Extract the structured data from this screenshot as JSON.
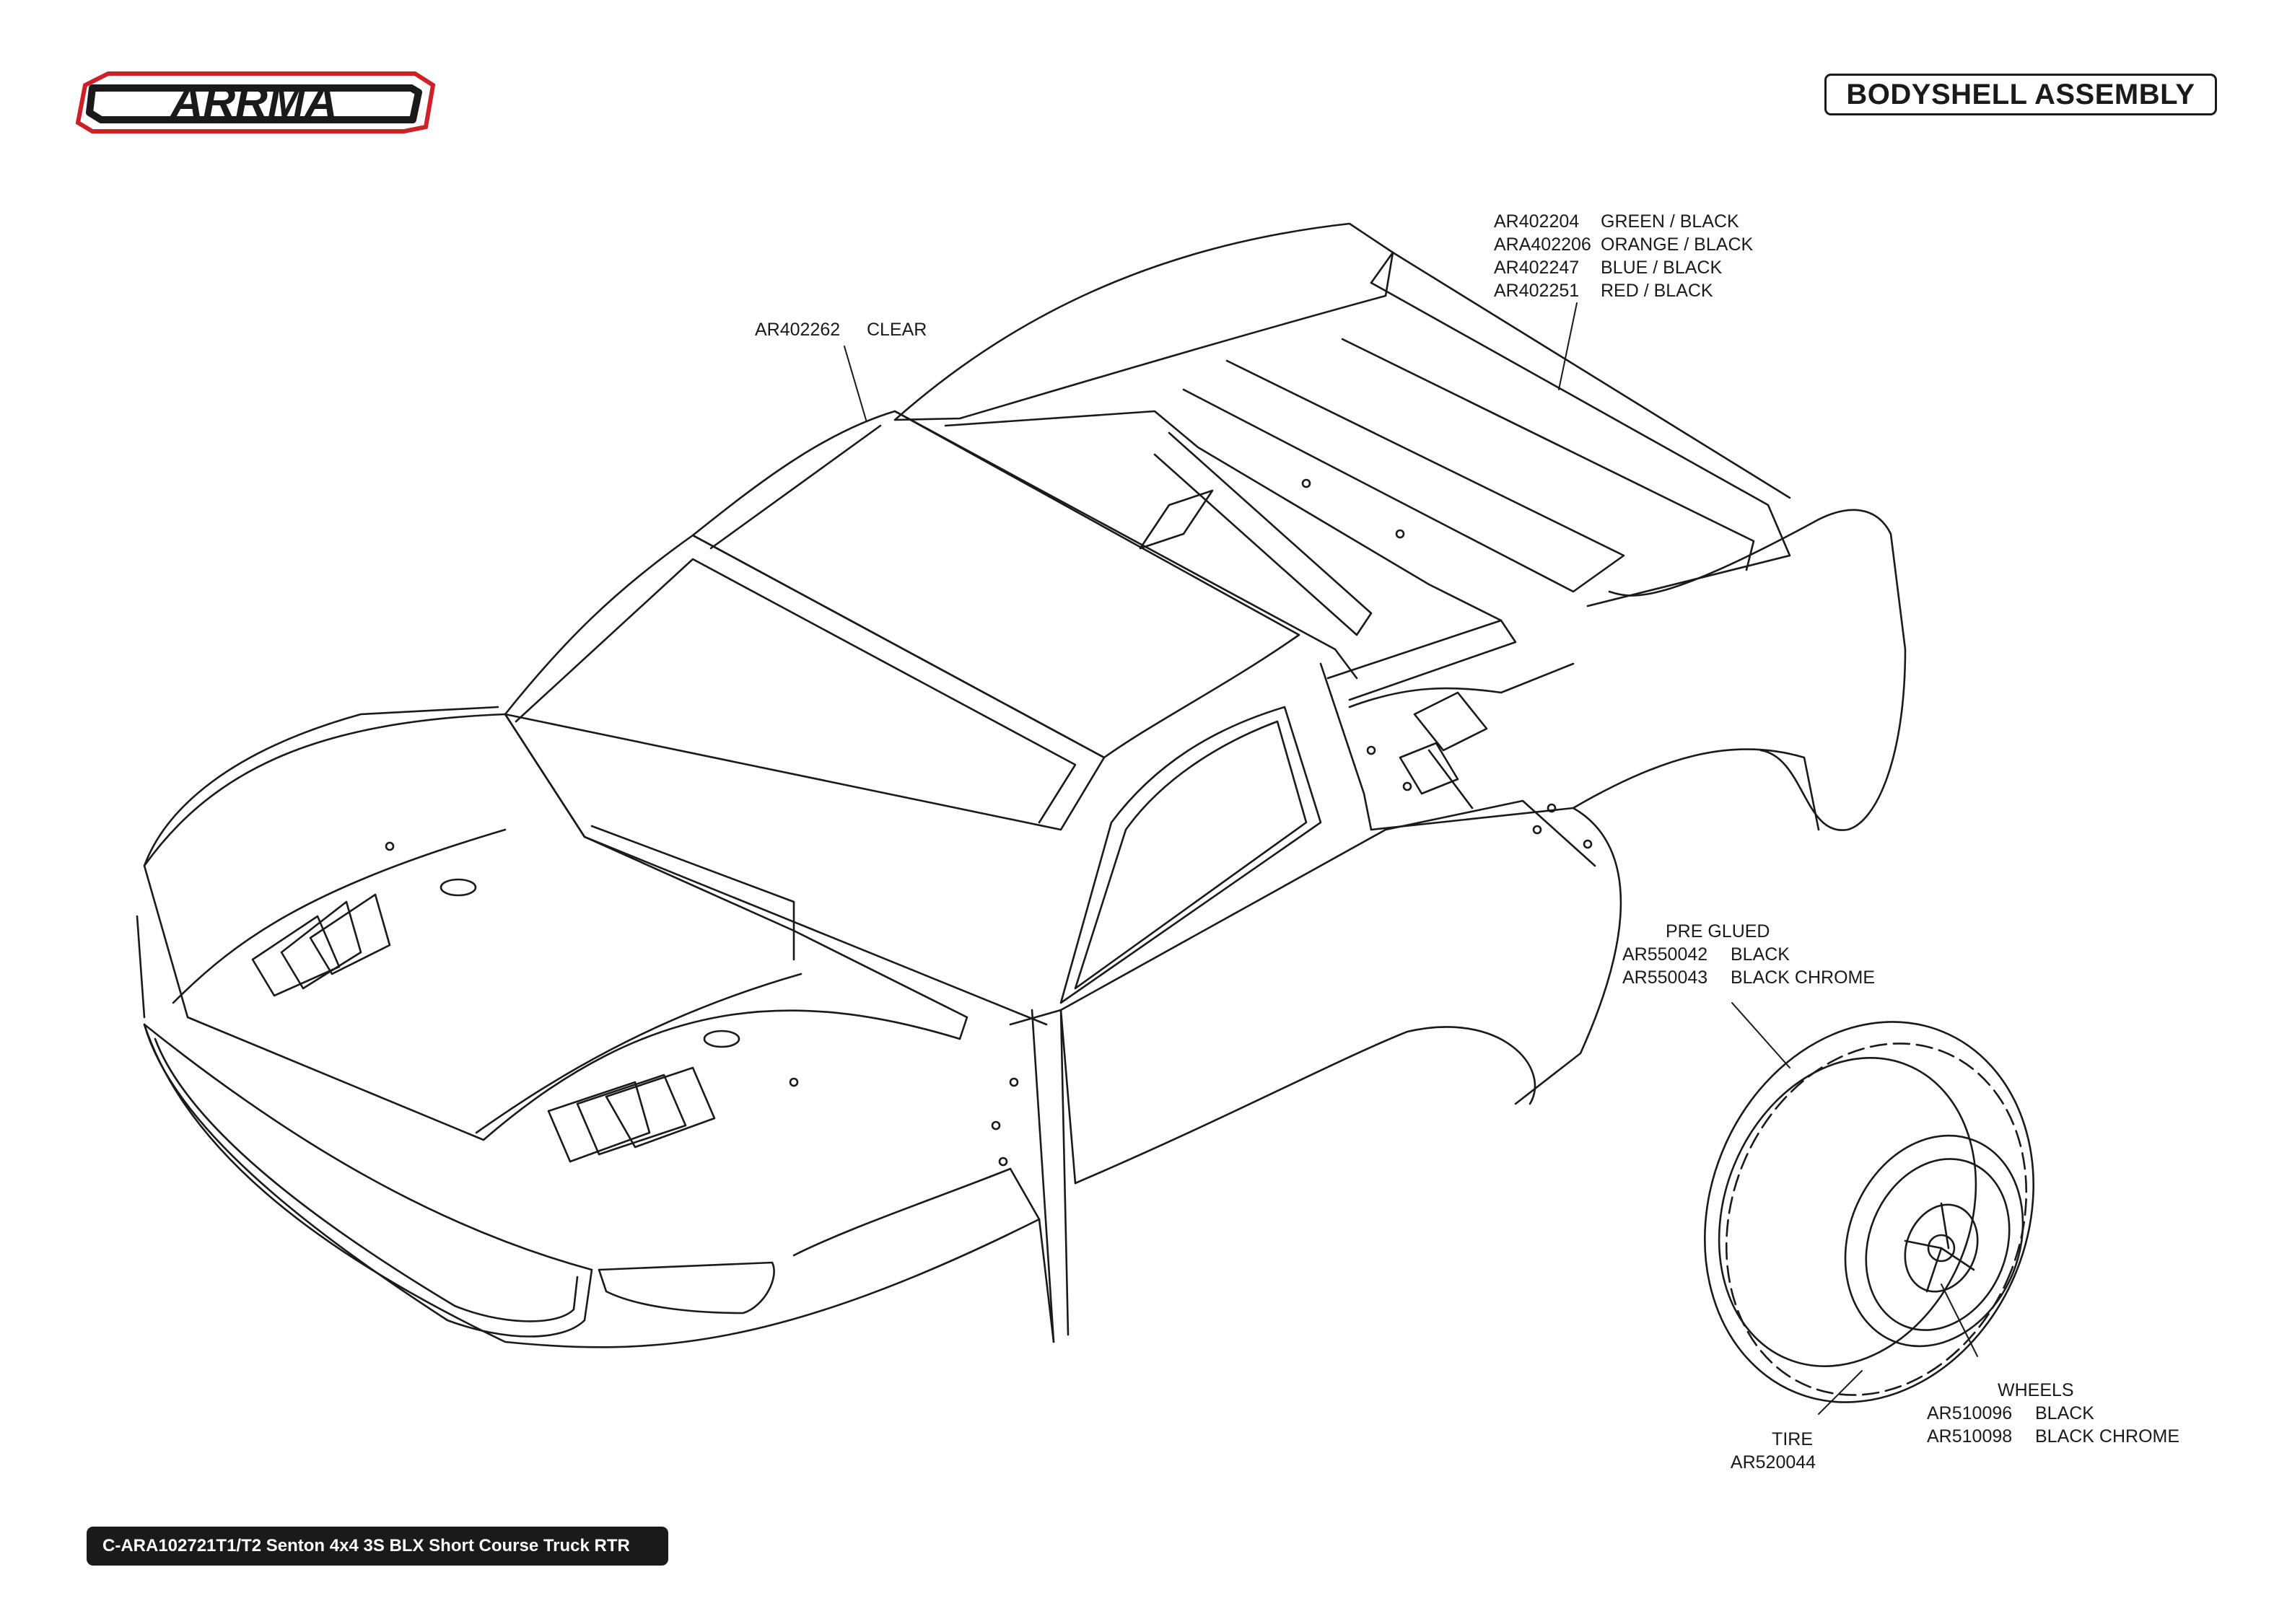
{
  "brand": {
    "logo_text": "ARRMA",
    "logo_color": "#d11f26"
  },
  "header": {
    "title": "BODYSHELL ASSEMBLY"
  },
  "footer": {
    "model": "C-ARA102721T1/T2 Senton 4x4 3S BLX Short Course Truck RTR"
  },
  "callouts": {
    "windows": {
      "part": "AR402262",
      "desc": "CLEAR"
    },
    "wing": {
      "items": [
        {
          "part": "AR402204",
          "desc": "GREEN / BLACK"
        },
        {
          "part": "ARA402206",
          "desc": "ORANGE / BLACK"
        },
        {
          "part": "AR402247",
          "desc": "BLUE / BLACK"
        },
        {
          "part": "AR402251",
          "desc": "RED / BLACK"
        }
      ]
    },
    "pre_glued": {
      "heading": "PRE GLUED",
      "items": [
        {
          "part": "AR550042",
          "desc": "BLACK"
        },
        {
          "part": "AR550043",
          "desc": "BLACK CHROME"
        }
      ]
    },
    "wheels": {
      "heading": "WHEELS",
      "items": [
        {
          "part": "AR510096",
          "desc": "BLACK"
        },
        {
          "part": "AR510098",
          "desc": "BLACK CHROME"
        }
      ]
    },
    "tire": {
      "heading": "TIRE",
      "part": "AR520044"
    }
  },
  "colors": {
    "line": "#1a1a1a",
    "accent": "#d11f26",
    "background": "#ffffff"
  }
}
